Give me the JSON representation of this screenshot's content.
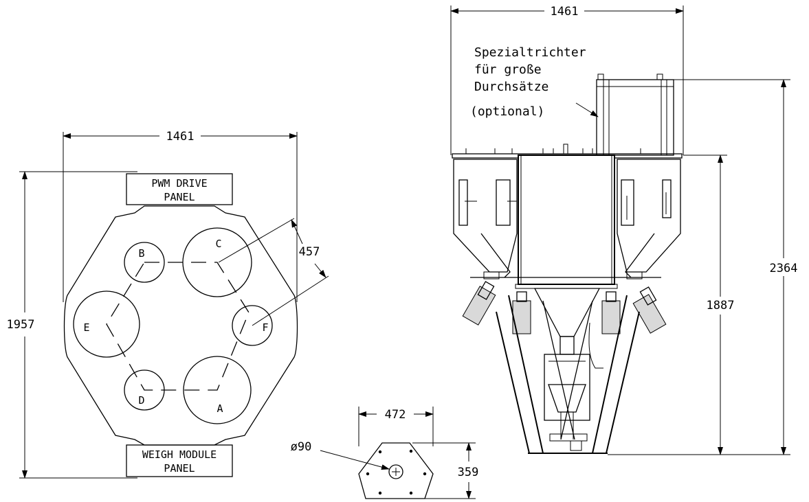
{
  "top_view": {
    "width_dim": "1461",
    "height_dim": "1957",
    "spacing_dim": "457",
    "top_panel": [
      "PWM DRIVE",
      "PANEL"
    ],
    "bottom_panel": [
      "WEIGH MODULE",
      "PANEL"
    ],
    "stations": [
      "A",
      "B",
      "C",
      "D",
      "E",
      "F"
    ]
  },
  "base_plate": {
    "width_dim": "472",
    "height_dim": "359",
    "hole_dim": "ø90"
  },
  "side_view": {
    "width_dim": "1461",
    "overall_height_dim": "2364",
    "frame_height_dim": "1887",
    "note": [
      "Spezialtrichter",
      "für große",
      "Durchsätze",
      "(optional)"
    ]
  }
}
